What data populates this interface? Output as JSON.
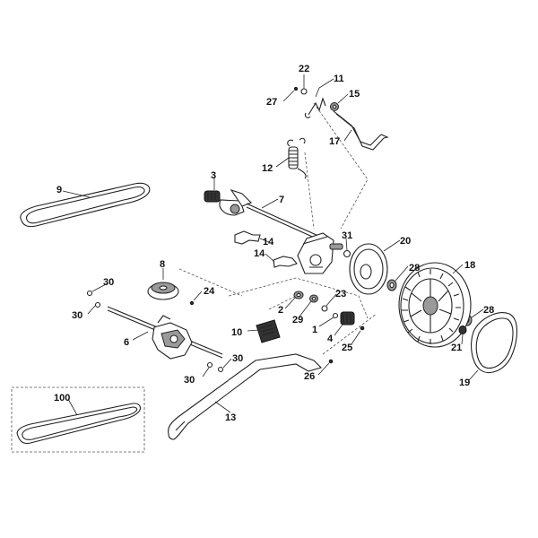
{
  "labels": {
    "p1": "1",
    "p2": "2",
    "p3": "3",
    "p4": "4",
    "p6": "6",
    "p7": "7",
    "p8": "8",
    "p9": "9",
    "p10": "10",
    "p11": "11",
    "p12": "12",
    "p13": "13",
    "p14a": "14",
    "p14b": "14",
    "p15": "15",
    "p17": "17",
    "p18": "18",
    "p19": "19",
    "p20": "20",
    "p21": "21",
    "p22": "22",
    "p23": "23",
    "p24": "24",
    "p25": "25",
    "p26": "26",
    "p27": "27",
    "p28a": "28",
    "p28b": "28",
    "p29": "29",
    "p30a": "30",
    "p30b": "30",
    "p30c": "30",
    "p30d": "30",
    "p31": "31",
    "p100": "100"
  }
}
